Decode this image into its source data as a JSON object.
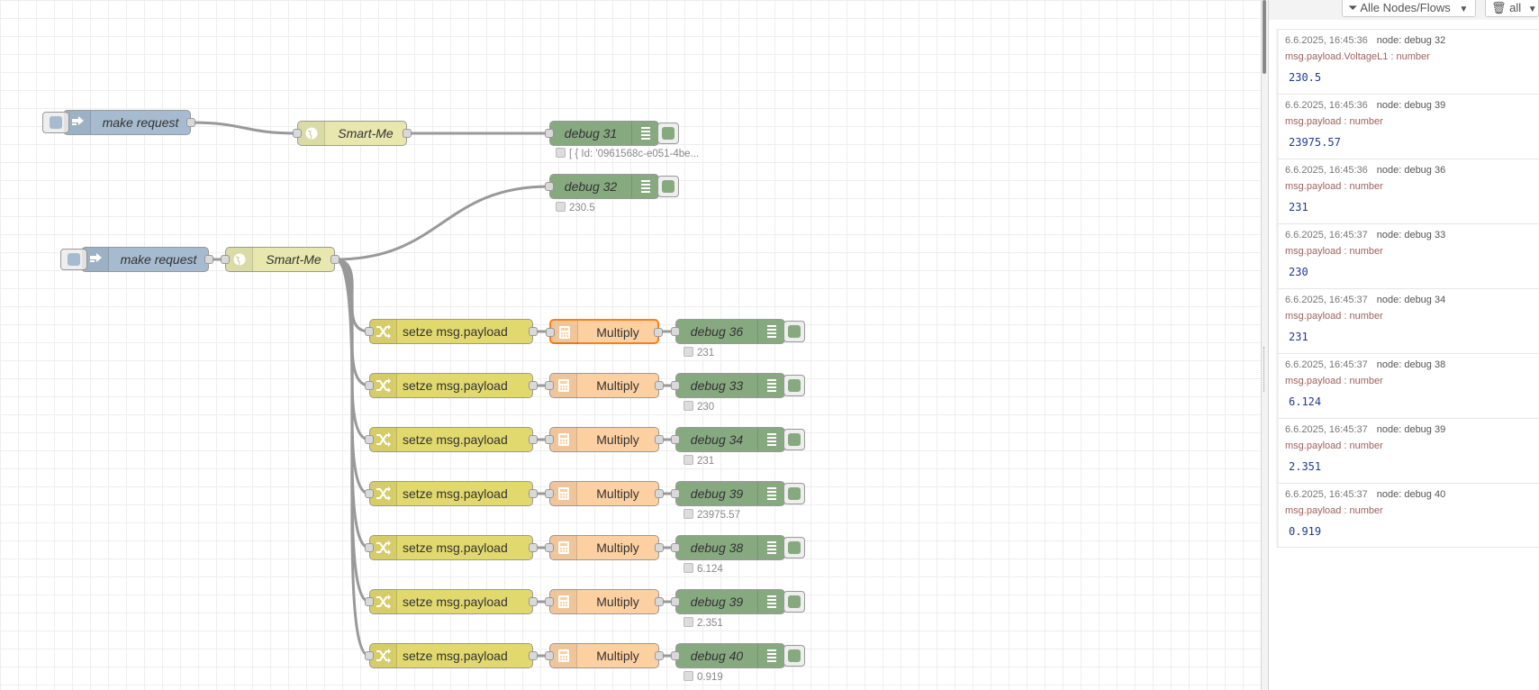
{
  "flow": {
    "row1": {
      "inject_label": "make request",
      "http_label": "Smart-Me",
      "debug_label": "debug 31",
      "debug_status": "[ { Id: '0961568c-e051-4be..."
    },
    "row2": {
      "debug_label": "debug 32",
      "debug_status": "230.5",
      "inject_label": "make request",
      "http_label": "Smart-Me"
    },
    "chains": [
      {
        "change_label": "setze msg.payload",
        "function_label": "Multiply",
        "debug_label": "debug 36",
        "debug_status": "231"
      },
      {
        "change_label": "setze msg.payload",
        "function_label": "Multiply",
        "debug_label": "debug 33",
        "debug_status": "230"
      },
      {
        "change_label": "setze msg.payload",
        "function_label": "Multiply",
        "debug_label": "debug 34",
        "debug_status": "231"
      },
      {
        "change_label": "setze msg.payload",
        "function_label": "Multiply",
        "debug_label": "debug 39",
        "debug_status": "23975.57"
      },
      {
        "change_label": "setze msg.payload",
        "function_label": "Multiply",
        "debug_label": "debug 38",
        "debug_status": "6.124"
      },
      {
        "change_label": "setze msg.payload",
        "function_label": "Multiply",
        "debug_label": "debug 39",
        "debug_status": "2.351"
      },
      {
        "change_label": "setze msg.payload",
        "function_label": "Multiply",
        "debug_label": "debug 40",
        "debug_status": "0.919"
      }
    ]
  },
  "sidebar": {
    "filter_label": "Alle Nodes/Flows",
    "clear_label": "all",
    "messages": [
      {
        "time": "6.6.2025, 16:45:36",
        "node": "node: debug 32",
        "prop": "msg.payload.VoltageL1 : number",
        "value": "230.5"
      },
      {
        "time": "6.6.2025, 16:45:36",
        "node": "node: debug 39",
        "prop": "msg.payload : number",
        "value": "23975.57"
      },
      {
        "time": "6.6.2025, 16:45:36",
        "node": "node: debug 36",
        "prop": "msg.payload : number",
        "value": "231"
      },
      {
        "time": "6.6.2025, 16:45:37",
        "node": "node: debug 33",
        "prop": "msg.payload : number",
        "value": "230"
      },
      {
        "time": "6.6.2025, 16:45:37",
        "node": "node: debug 34",
        "prop": "msg.payload : number",
        "value": "231"
      },
      {
        "time": "6.6.2025, 16:45:37",
        "node": "node: debug 38",
        "prop": "msg.payload : number",
        "value": "6.124"
      },
      {
        "time": "6.6.2025, 16:45:37",
        "node": "node: debug 39",
        "prop": "msg.payload : number",
        "value": "2.351"
      },
      {
        "time": "6.6.2025, 16:45:37",
        "node": "node: debug 40",
        "prop": "msg.payload : number",
        "value": "0.919"
      }
    ]
  },
  "colors": {
    "inject": "#a6bbcf",
    "http": "#e7e7ae",
    "change": "#e2d96e",
    "function": "#fdd0a2",
    "debug": "#87a980",
    "selected_outline": "#ff7f0e"
  }
}
